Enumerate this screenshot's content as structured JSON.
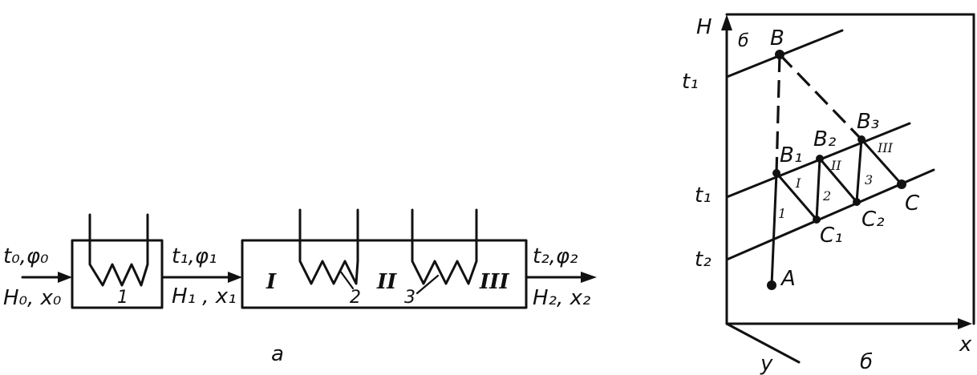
{
  "diagram_a": {
    "label": "a",
    "inlet_top": "t₀,φ₀",
    "inlet_bottom": "H₀, x₀",
    "heater_number": "1",
    "mid_top": "t₁,φ₁",
    "mid_bottom": "H₁ , x₁",
    "zone_1": "I",
    "zone_2": "II",
    "zone_3": "III",
    "heater_2_number": "2",
    "heater_3_number": "3",
    "outlet_top": "t₂,φ₂",
    "outlet_bottom": "H₂, x₂"
  },
  "diagram_b": {
    "label": "б",
    "corner_label": "б",
    "axis_h": "H",
    "axis_x": "x",
    "axis_y": "y",
    "t1_top": "t₁",
    "t1_mid": "t₁",
    "t2": "t₂",
    "point_B": "B",
    "point_B1": "B₁",
    "point_B2": "B₂",
    "point_B3": "B₃",
    "point_C1": "C₁",
    "point_C2": "C₂",
    "point_C": "C",
    "point_A": "A",
    "seg_1": "1",
    "seg_2": "2",
    "seg_3": "3",
    "seg_I": "I",
    "seg_II": "II",
    "seg_III": "III"
  }
}
